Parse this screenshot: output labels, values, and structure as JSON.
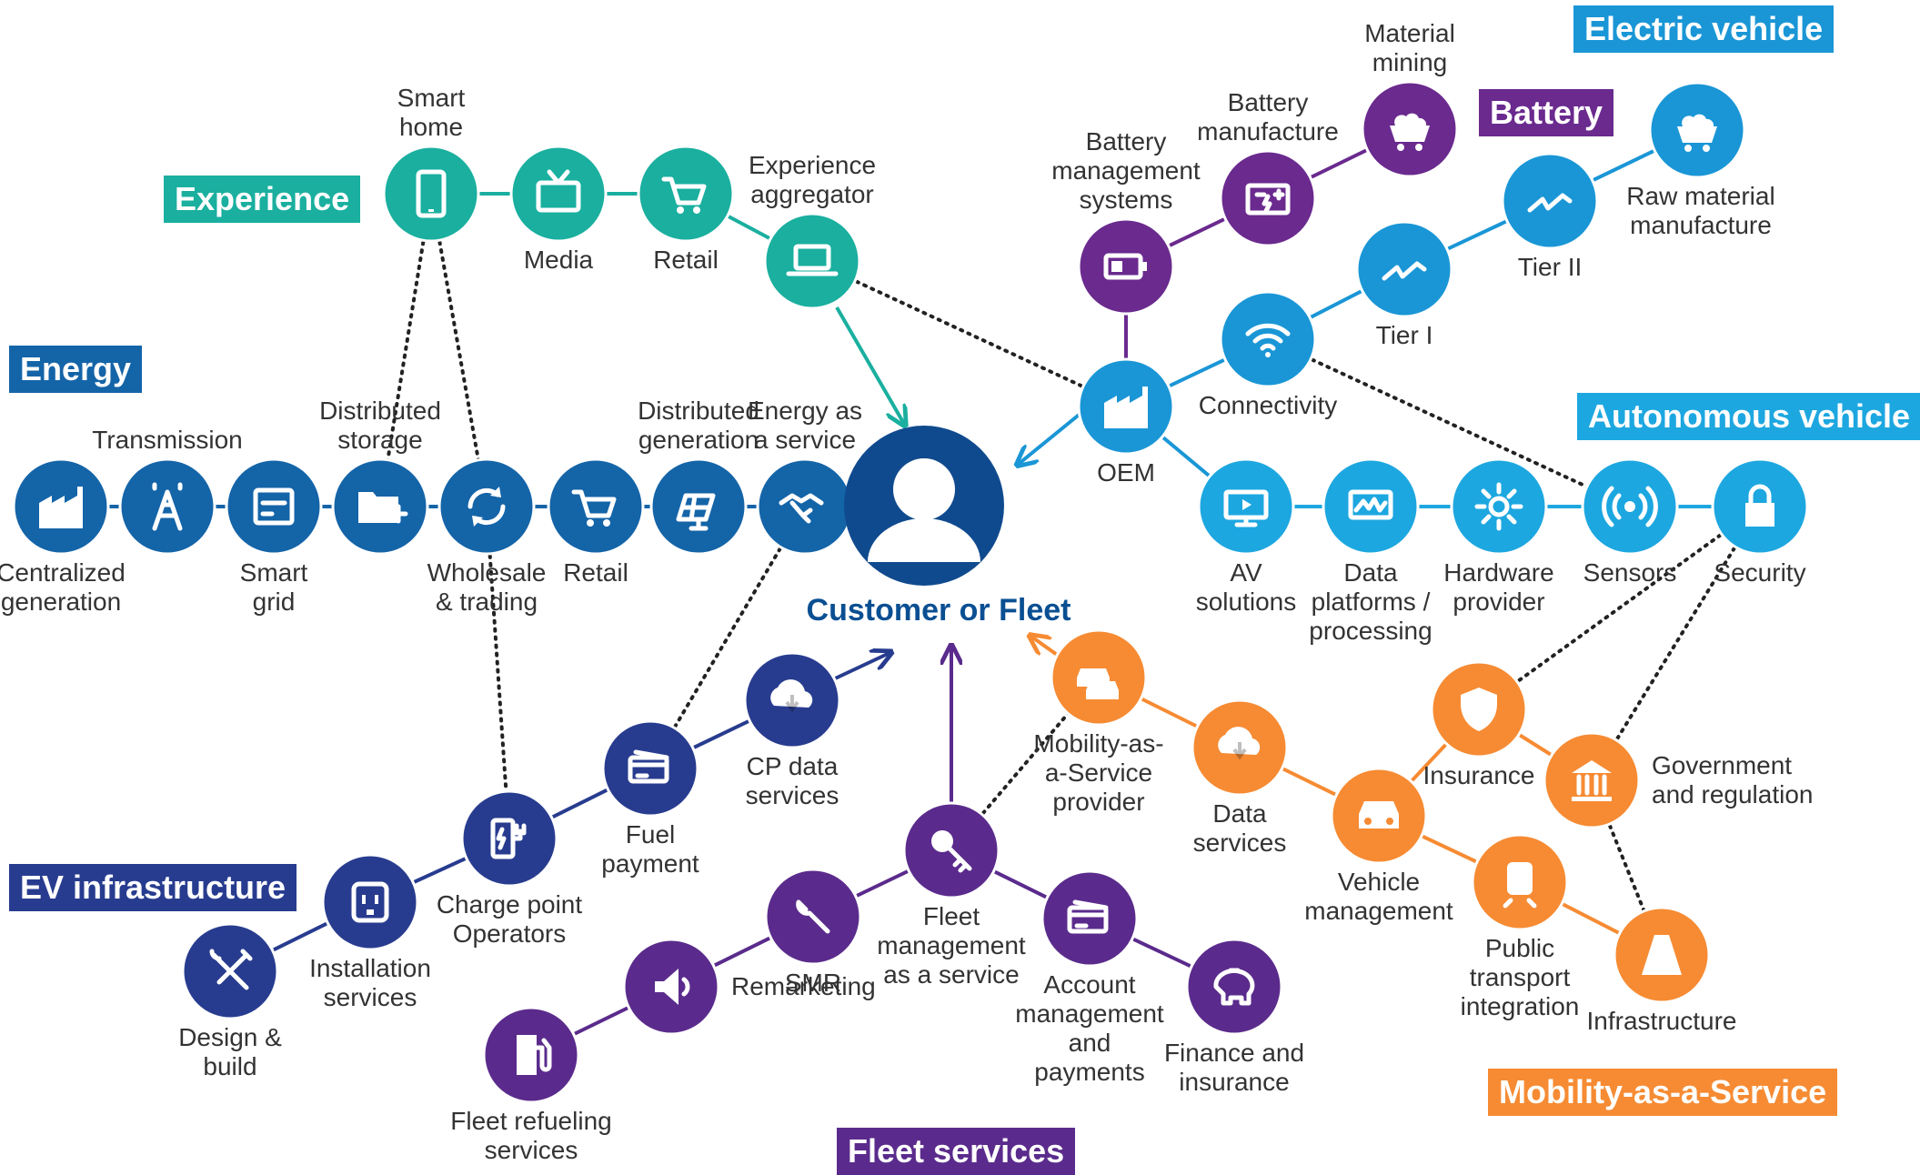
{
  "colors": {
    "experience": "#1aaf9f",
    "energy": "#1464a8",
    "ev_vehicle": "#1a96d6",
    "battery": "#6a2a8e",
    "autonomous": "#1da7e0",
    "ev_infra": "#283c8f",
    "fleet": "#5a2b8c",
    "maas": "#f68b33",
    "customer": "#104a8e"
  },
  "tags": {
    "experience": "Experience",
    "energy": "Energy",
    "electric_vehicle": "Electric vehicle",
    "battery": "Battery",
    "autonomous_vehicle": "Autonomous vehicle",
    "ev_infrastructure": "EV infrastructure",
    "fleet_services": "Fleet services",
    "maas": "Mobility-as-a-Service"
  },
  "center": {
    "label": "Customer or Fleet",
    "icon": "person-icon"
  },
  "nodes": {
    "smart_home": {
      "label": [
        "Smart",
        "home"
      ],
      "icon": "smartphone-icon",
      "group": "experience"
    },
    "media": {
      "label": [
        "Media"
      ],
      "icon": "tv-icon",
      "group": "experience"
    },
    "retail_exp": {
      "label": [
        "Retail"
      ],
      "icon": "cart-icon",
      "group": "experience"
    },
    "experience_aggregator": {
      "label": [
        "Experience",
        "aggregator"
      ],
      "icon": "laptop-icon",
      "group": "experience"
    },
    "centralized_generation": {
      "label": [
        "Centralized",
        "generation"
      ],
      "icon": "factory-icon",
      "group": "energy"
    },
    "transmission": {
      "label": [
        "Transmission"
      ],
      "icon": "tower-icon",
      "group": "energy"
    },
    "smart_grid": {
      "label": [
        "Smart",
        "grid"
      ],
      "icon": "meter-icon",
      "group": "energy"
    },
    "distributed_storage": {
      "label": [
        "Distributed",
        "storage"
      ],
      "icon": "folder-plus-icon",
      "group": "energy"
    },
    "wholesale_trading": {
      "label": [
        "Wholesale",
        "& trading"
      ],
      "icon": "cycle-icon",
      "group": "energy"
    },
    "retail_energy": {
      "label": [
        "Retail"
      ],
      "icon": "cart-icon",
      "group": "energy"
    },
    "distributed_generation": {
      "label": [
        "Distributed",
        "generation"
      ],
      "icon": "solar-panel-icon",
      "group": "energy"
    },
    "energy_as_service": {
      "label": [
        "Energy as",
        "a service"
      ],
      "icon": "handshake-icon",
      "group": "energy"
    },
    "battery_mgmt": {
      "label": [
        "Battery",
        "management",
        "systems"
      ],
      "icon": "battery-icon",
      "group": "battery"
    },
    "battery_manufacture": {
      "label": [
        "Battery",
        "manufacture"
      ],
      "icon": "car-battery-icon",
      "group": "battery"
    },
    "material_mining": {
      "label": [
        "Material",
        "mining"
      ],
      "icon": "mine-cart-icon",
      "group": "battery"
    },
    "oem": {
      "label": [
        "OEM"
      ],
      "icon": "factory-icon",
      "group": "ev_vehicle"
    },
    "connectivity": {
      "label": [
        "Connectivity"
      ],
      "icon": "wifi-icon",
      "group": "ev_vehicle"
    },
    "tier1": {
      "label": [
        "Tier I"
      ],
      "icon": "lightning-icon",
      "group": "ev_vehicle"
    },
    "tier2": {
      "label": [
        "Tier II"
      ],
      "icon": "lightning-icon",
      "group": "ev_vehicle"
    },
    "raw_material": {
      "label": [
        "Raw material",
        "manufacture"
      ],
      "icon": "mine-cart-icon",
      "group": "ev_vehicle"
    },
    "av_solutions": {
      "label": [
        "AV",
        "solutions"
      ],
      "icon": "monitor-icon",
      "group": "autonomous"
    },
    "data_platforms": {
      "label": [
        "Data",
        "platforms /",
        "processing"
      ],
      "icon": "chart-monitor-icon",
      "group": "autonomous"
    },
    "hardware_provider": {
      "label": [
        "Hardware",
        "provider"
      ],
      "icon": "gear-icon",
      "group": "autonomous"
    },
    "sensors": {
      "label": [
        "Sensors"
      ],
      "icon": "sensor-icon",
      "group": "autonomous"
    },
    "security": {
      "label": [
        "Security"
      ],
      "icon": "lock-icon",
      "group": "autonomous"
    },
    "design_build": {
      "label": [
        "Design &",
        "build"
      ],
      "icon": "tools-icon",
      "group": "ev_infra"
    },
    "installation": {
      "label": [
        "Installation",
        "services"
      ],
      "icon": "outlet-icon",
      "group": "ev_infra"
    },
    "charge_point": {
      "label": [
        "Charge point",
        "Operators"
      ],
      "icon": "charger-icon",
      "group": "ev_infra"
    },
    "fuel_payment": {
      "label": [
        "Fuel",
        "payment"
      ],
      "icon": "card-icon",
      "group": "ev_infra"
    },
    "cp_data": {
      "label": [
        "CP data",
        "services"
      ],
      "icon": "cloud-download-icon",
      "group": "ev_infra"
    },
    "fleet_refueling": {
      "label": [
        "Fleet refueling",
        "services"
      ],
      "icon": "fuel-pump-icon",
      "group": "fleet"
    },
    "remarketing": {
      "label": [
        "Remarketing"
      ],
      "icon": "megaphone-icon",
      "group": "fleet"
    },
    "smr": {
      "label": [
        "SMR"
      ],
      "icon": "wrench-icon",
      "group": "fleet"
    },
    "fleet_mgmt": {
      "label": [
        "Fleet",
        "management",
        "as a service"
      ],
      "icon": "key-icon",
      "group": "fleet"
    },
    "account_mgmt": {
      "label": [
        "Account",
        "management",
        "and",
        "payments"
      ],
      "icon": "card-icon",
      "group": "fleet"
    },
    "finance_insurance": {
      "label": [
        "Finance and",
        "insurance"
      ],
      "icon": "piggy-bank-icon",
      "group": "fleet"
    },
    "maas_provider": {
      "label": [
        "Mobility-as-",
        "a-Service",
        "provider"
      ],
      "icon": "cars-icon",
      "group": "maas"
    },
    "data_services": {
      "label": [
        "Data",
        "services"
      ],
      "icon": "cloud-download-icon",
      "group": "maas"
    },
    "vehicle_mgmt": {
      "label": [
        "Vehicle",
        "management"
      ],
      "icon": "car-icon",
      "group": "maas"
    },
    "insurance": {
      "label": [
        "Insurance"
      ],
      "icon": "shield-icon",
      "group": "maas"
    },
    "government": {
      "label": [
        "Government",
        "and regulation"
      ],
      "icon": "government-building-icon",
      "group": "maas"
    },
    "public_transport": {
      "label": [
        "Public",
        "transport",
        "integration"
      ],
      "icon": "train-icon",
      "group": "maas"
    },
    "infrastructure": {
      "label": [
        "Infrastructure"
      ],
      "icon": "road-icon",
      "group": "maas"
    }
  }
}
